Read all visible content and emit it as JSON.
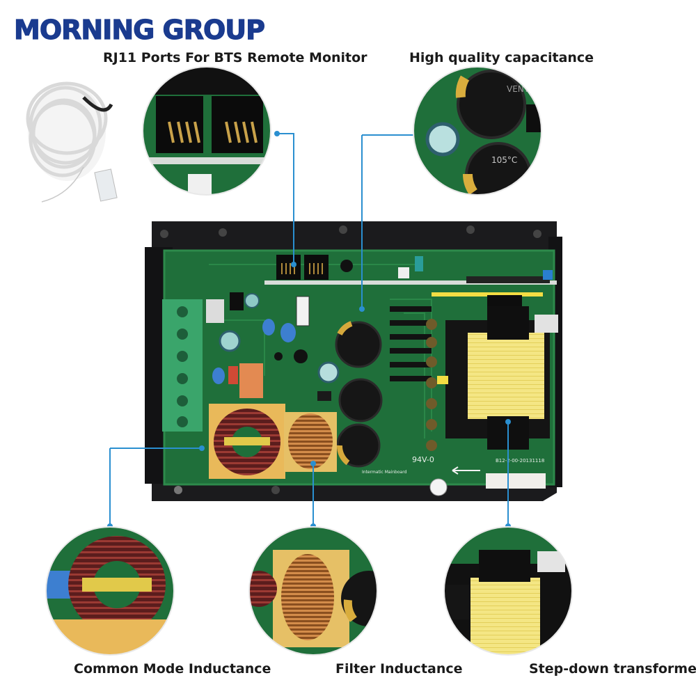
{
  "brand": {
    "name": "MORNING GROUP",
    "color": "#1a3b8f"
  },
  "labels": {
    "rj11": "RJ11 Ports For BTS Remote Monitor",
    "capacitance": "High quality capacitance",
    "common_mode": "Common Mode Inductance",
    "filter": "Filter Inductance",
    "transformer": "Step-down transformer"
  },
  "board_text": {
    "rating": "94V-0",
    "model": "B12-2-00-20131118",
    "cap_marking": "105°C",
    "cap_vent": "VENT",
    "board_name": "Intermatic Mainboard"
  },
  "colors": {
    "callout_line": "#2a8fd0",
    "pcb_green": "#1f6f3a",
    "chassis": "#1b1b1d",
    "terminal": "#3aa56b",
    "transformer_yellow": "#f3e27a",
    "copper": "#c07a3a"
  }
}
